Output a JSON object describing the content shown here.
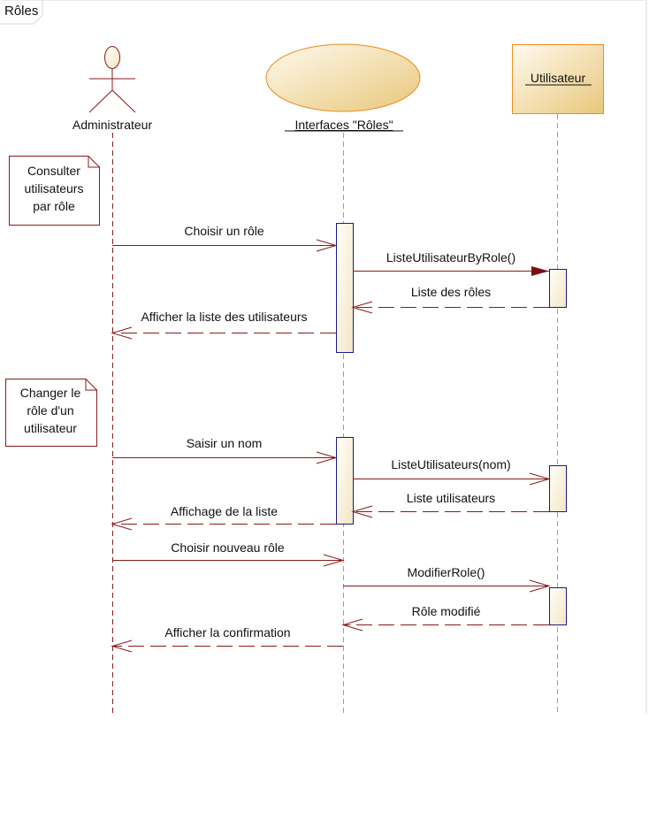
{
  "frame": {
    "title": "Rôles"
  },
  "participants": [
    {
      "id": "admin",
      "kind": "actor",
      "label": "Administrateur",
      "underlined": false
    },
    {
      "id": "ui",
      "kind": "boundary-ellipse",
      "label": "Interfaces \"Rôles\"",
      "underlined": true
    },
    {
      "id": "user",
      "kind": "entity-box",
      "label": "Utilisateur",
      "underlined": true
    }
  ],
  "notes": [
    {
      "lines": [
        "Consulter",
        "utilisateurs",
        "par rôle"
      ]
    },
    {
      "lines": [
        "Changer le",
        "rôle d'un",
        "utilisateur"
      ]
    }
  ],
  "messages": [
    {
      "from": "admin",
      "to": "ui",
      "label": "Choisir un rôle",
      "type": "async"
    },
    {
      "from": "ui",
      "to": "user",
      "label": "ListeUtilisateurByRole()",
      "type": "sync"
    },
    {
      "from": "user",
      "to": "ui",
      "label": "Liste des rôles",
      "type": "return"
    },
    {
      "from": "ui",
      "to": "admin",
      "label": "Afficher la liste des utilisateurs",
      "type": "return"
    },
    {
      "from": "admin",
      "to": "ui",
      "label": "Saisir un nom",
      "type": "async"
    },
    {
      "from": "ui",
      "to": "user",
      "label": "ListeUtilisateurs(nom)",
      "type": "async"
    },
    {
      "from": "user",
      "to": "ui",
      "label": "Liste utilisateurs",
      "type": "return"
    },
    {
      "from": "ui",
      "to": "admin",
      "label": "Affichage de la liste",
      "type": "return"
    },
    {
      "from": "admin",
      "to": "ui",
      "label": "Choisir nouveau rôle",
      "type": "async"
    },
    {
      "from": "ui",
      "to": "user",
      "label": "ModifierRole()",
      "type": "async"
    },
    {
      "from": "user",
      "to": "ui",
      "label": "Rôle modifié",
      "type": "return"
    },
    {
      "from": "ui",
      "to": "admin",
      "label": "Afficher la confirmation",
      "type": "return"
    }
  ],
  "colors": {
    "lifeline_actor": "#8b1a1a",
    "lifeline_obj": "#f08c1e",
    "message": "#8b1a1a",
    "activation_border": "#1a1a8c",
    "participant_border": "#f08c1e"
  }
}
